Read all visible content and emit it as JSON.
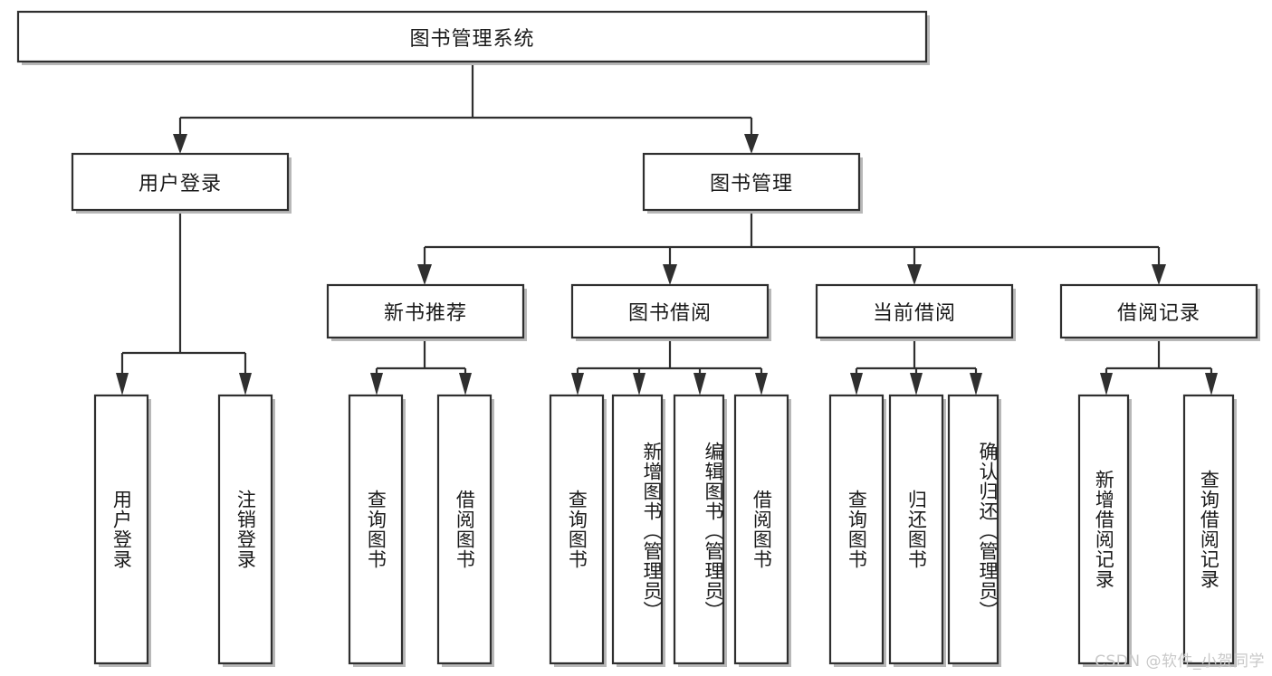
{
  "diagram": {
    "type": "hierarchy-tree",
    "title": "图书管理系统",
    "watermark": "CSDN @软件_小贺同学",
    "colors": {
      "box_border": "#2f2f2f",
      "box_fill": "#ffffff",
      "connector": "#2f2f2f",
      "background": "#ffffff",
      "watermark": "#c9c9c9"
    },
    "levels": {
      "root": "图书管理系统",
      "level2": [
        "用户登录",
        "图书管理"
      ],
      "level3": [
        "新书推荐",
        "图书借阅",
        "当前借阅",
        "借阅记录"
      ]
    },
    "nodes": {
      "root": {
        "label": "图书管理系统",
        "orientation": "horizontal"
      },
      "user_login": {
        "label": "用户登录",
        "orientation": "horizontal"
      },
      "book_manage": {
        "label": "图书管理",
        "orientation": "horizontal"
      },
      "new_book_rec": {
        "label": "新书推荐",
        "orientation": "horizontal"
      },
      "book_borrow": {
        "label": "图书借阅",
        "orientation": "horizontal"
      },
      "current_borrow": {
        "label": "当前借阅",
        "orientation": "horizontal"
      },
      "borrow_record": {
        "label": "借阅记录",
        "orientation": "horizontal"
      },
      "leaf_user_login": {
        "label": "用户登录",
        "orientation": "vertical"
      },
      "leaf_logout": {
        "label": "注销登录",
        "orientation": "vertical"
      },
      "leaf_query_book_1": {
        "label": "查询图书",
        "orientation": "vertical"
      },
      "leaf_borrow_book_1": {
        "label": "借阅图书",
        "orientation": "vertical"
      },
      "leaf_query_book_2": {
        "label": "查询图书",
        "orientation": "vertical"
      },
      "leaf_add_book": {
        "label": "新增图书（管理员）",
        "orientation": "vertical"
      },
      "leaf_edit_book": {
        "label": "编辑图书（管理员）",
        "orientation": "vertical"
      },
      "leaf_borrow_book_2": {
        "label": "借阅图书",
        "orientation": "vertical"
      },
      "leaf_query_book_3": {
        "label": "查询图书",
        "orientation": "vertical"
      },
      "leaf_return_book": {
        "label": "归还图书",
        "orientation": "vertical"
      },
      "leaf_confirm_return": {
        "label": "确认归还（管理员）",
        "orientation": "vertical"
      },
      "leaf_add_record": {
        "label": "新增借阅记录",
        "orientation": "vertical"
      },
      "leaf_query_record": {
        "label": "查询借阅记录",
        "orientation": "vertical"
      }
    },
    "edges": [
      {
        "from": "root",
        "to": "user_login"
      },
      {
        "from": "root",
        "to": "book_manage"
      },
      {
        "from": "user_login",
        "to": "leaf_user_login"
      },
      {
        "from": "user_login",
        "to": "leaf_logout"
      },
      {
        "from": "book_manage",
        "to": "new_book_rec"
      },
      {
        "from": "book_manage",
        "to": "book_borrow"
      },
      {
        "from": "book_manage",
        "to": "current_borrow"
      },
      {
        "from": "book_manage",
        "to": "borrow_record"
      },
      {
        "from": "new_book_rec",
        "to": "leaf_query_book_1"
      },
      {
        "from": "new_book_rec",
        "to": "leaf_borrow_book_1"
      },
      {
        "from": "book_borrow",
        "to": "leaf_query_book_2"
      },
      {
        "from": "book_borrow",
        "to": "leaf_add_book"
      },
      {
        "from": "book_borrow",
        "to": "leaf_edit_book"
      },
      {
        "from": "book_borrow",
        "to": "leaf_borrow_book_2"
      },
      {
        "from": "current_borrow",
        "to": "leaf_query_book_3"
      },
      {
        "from": "current_borrow",
        "to": "leaf_return_book"
      },
      {
        "from": "current_borrow",
        "to": "leaf_confirm_return"
      },
      {
        "from": "borrow_record",
        "to": "leaf_add_record"
      },
      {
        "from": "borrow_record",
        "to": "leaf_query_record"
      }
    ]
  }
}
